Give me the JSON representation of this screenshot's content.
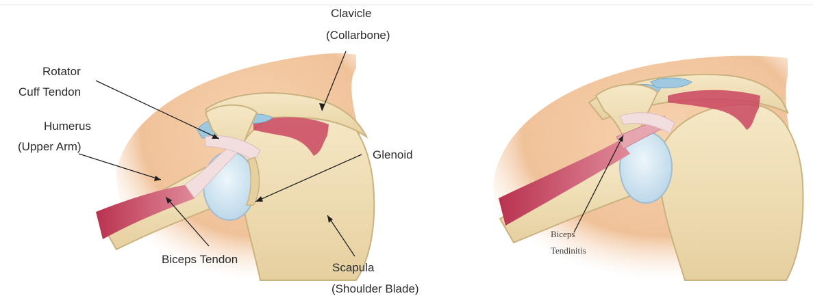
{
  "left_panel": {
    "labels": {
      "clavicle_line1": "Clavicle",
      "clavicle_line2": "(Collarbone)",
      "rotator_line1": "Rotator",
      "rotator_line2": "Cuff Tendon",
      "humerus_line1": "Humerus",
      "humerus_line2": "(Upper Arm)",
      "glenoid": "Glenoid",
      "biceps_tendon": "Biceps Tendon",
      "scapula_line1": "Scapula",
      "scapula_line2": "(Shoulder Blade)"
    }
  },
  "right_panel": {
    "labels": {
      "tendinitis_line1": "Biceps",
      "tendinitis_line2": "Tendinitis"
    }
  },
  "colors": {
    "skin": "#f3c9a0",
    "bone": "#efdcb2",
    "bone_outline": "#c9b27f",
    "cartilage": "#cfe2ee",
    "muscle": "#c94660",
    "tendon": "#f2dede",
    "ligament": "#9fc9e0"
  }
}
